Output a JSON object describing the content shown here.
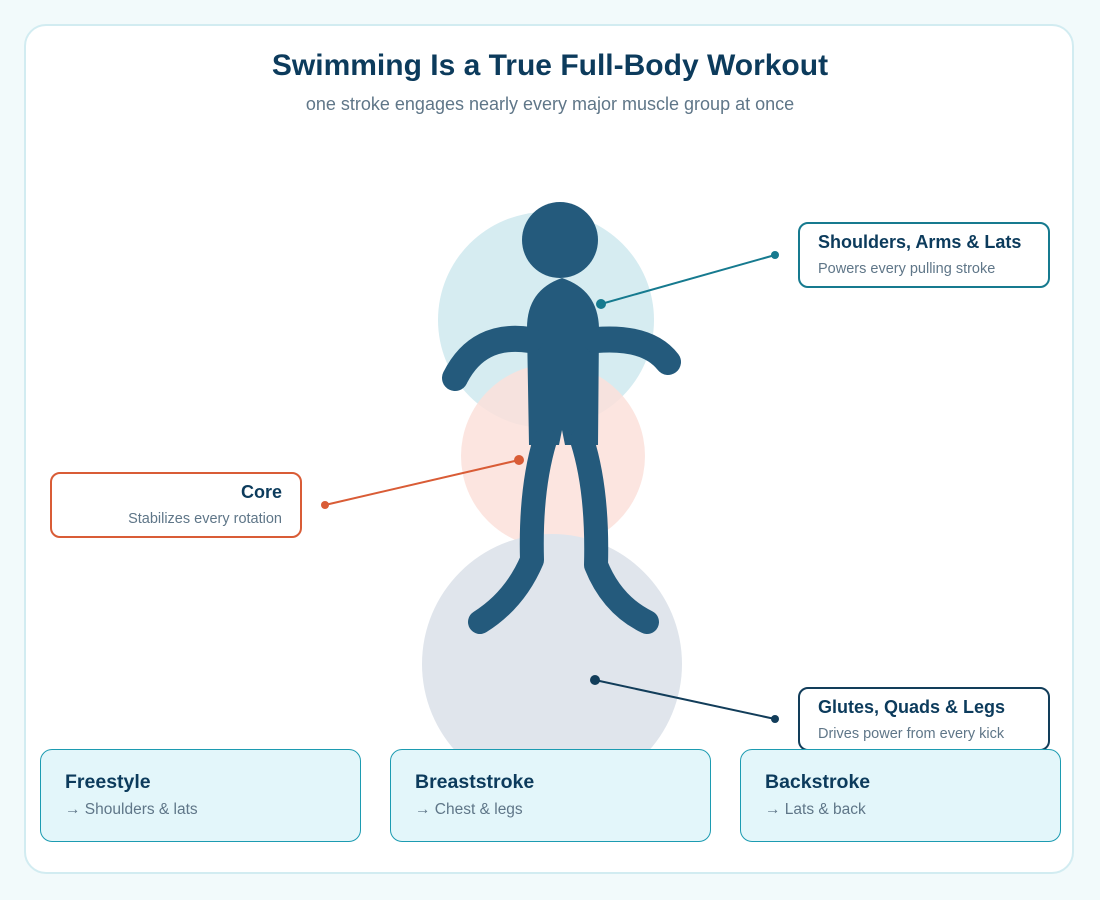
{
  "title": "Swimming Is a True Full-Body Workout",
  "subtitle": "one stroke engages nearly every major muscle group at once",
  "colors": {
    "upper_body": "#167a8f",
    "core": "#d95c36",
    "lower_body": "#123d5a",
    "figure": "#245a7c"
  },
  "callouts": {
    "shoulders": {
      "heading": "Shoulders, Arms & Lats",
      "text": "Powers every pulling stroke"
    },
    "core": {
      "heading": "Core",
      "text": "Stabilizes every rotation"
    },
    "legs": {
      "heading": "Glutes, Quads & Legs",
      "text": "Drives power from every kick"
    }
  },
  "strokes": [
    {
      "name": "Freestyle",
      "muscles": "→ Shoulders & lats"
    },
    {
      "name": "Breaststroke",
      "muscles": "→ Chest & legs"
    },
    {
      "name": "Backstroke",
      "muscles": "→ Lats & back"
    }
  ]
}
